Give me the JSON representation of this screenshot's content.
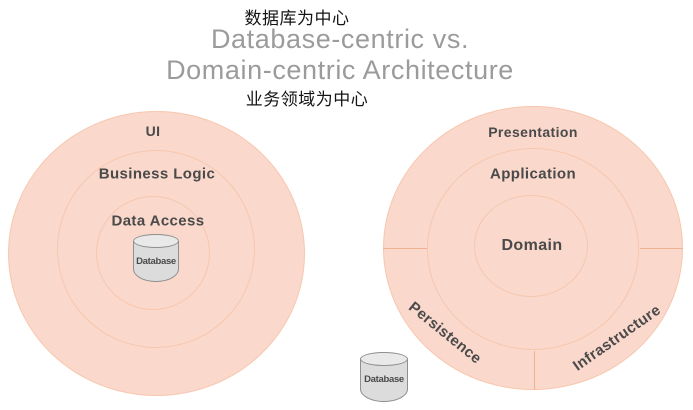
{
  "header": {
    "zh_top": "数据库为中心",
    "title_line1": "Database-centric vs.",
    "title_line2": "Domain-centric Architecture",
    "zh_bottom": "业务领域为中心"
  },
  "database_centric": {
    "layers": [
      "UI",
      "Business Logic",
      "Data Access"
    ],
    "database_label": "Database"
  },
  "domain_centric": {
    "layers": [
      "Presentation",
      "Application",
      "Domain"
    ],
    "bottom_sectors": [
      "Persistence",
      "Infrastructure"
    ],
    "database_label": "Database"
  },
  "colors": {
    "ring_fill": "#FAD8CC",
    "ring_stroke": "#F7C7AE",
    "sector_divider": "#F2B093",
    "layer_label_text": "#4A4A4A",
    "title_text": "#9B9B9B",
    "chinese_text": "#151515",
    "cylinder_fill": "#DCDCDC",
    "cylinder_top_fill": "#E9E9E9",
    "cylinder_stroke": "#8F8F8F",
    "background": "#FFFFFF"
  }
}
